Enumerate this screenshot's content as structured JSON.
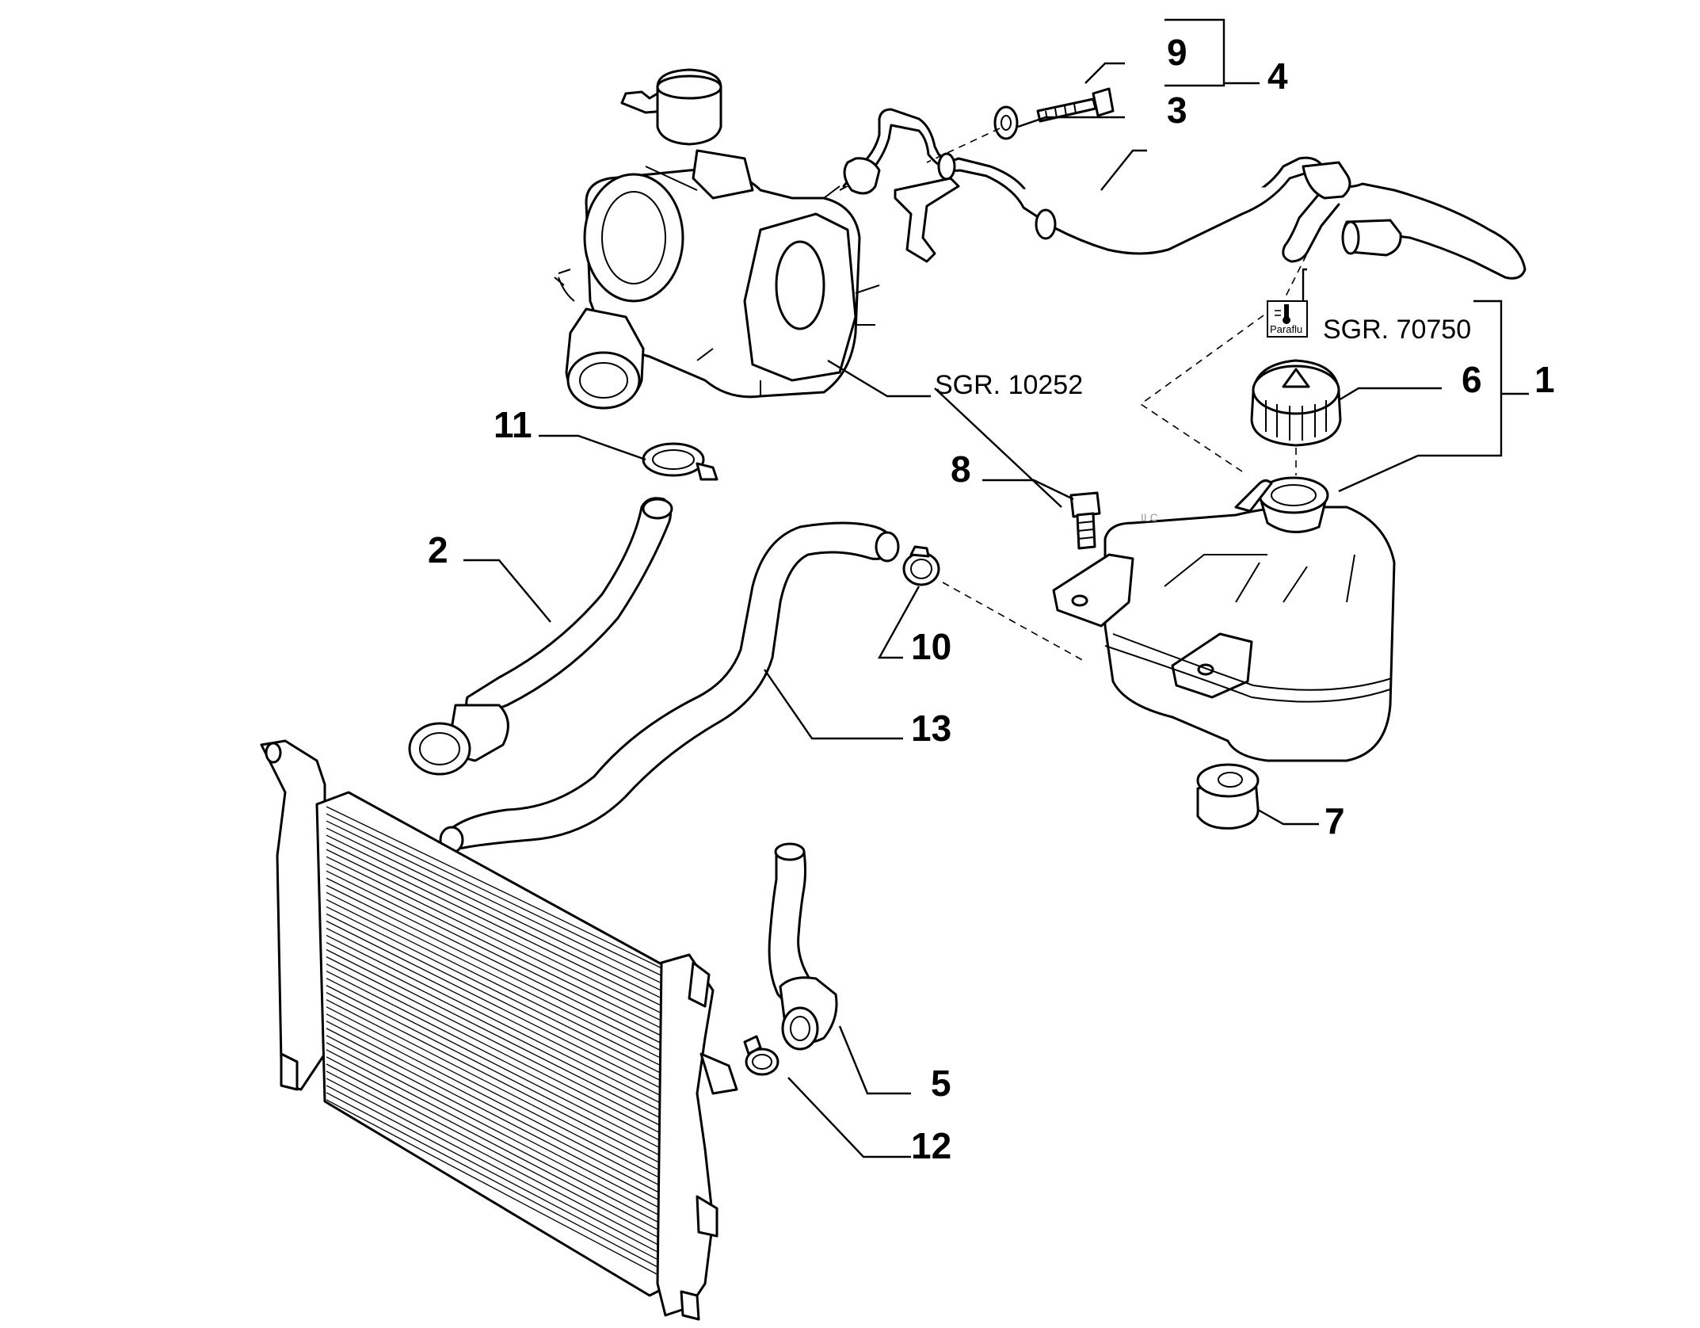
{
  "callouts": {
    "c1": "1",
    "c2": "2",
    "c3": "3",
    "c4": "4",
    "c5": "5",
    "c6": "6",
    "c7": "7",
    "c8": "8",
    "c9": "9",
    "c10": "10",
    "c11": "11",
    "c12": "12",
    "c13": "13"
  },
  "references": {
    "turbo": "SGR. 10252",
    "coolant": "SGR. 70750"
  },
  "badge": {
    "label": "Paraflu",
    "icon": "thermometer-icon"
  },
  "colors": {
    "line": "#000000",
    "background": "#ffffff"
  }
}
